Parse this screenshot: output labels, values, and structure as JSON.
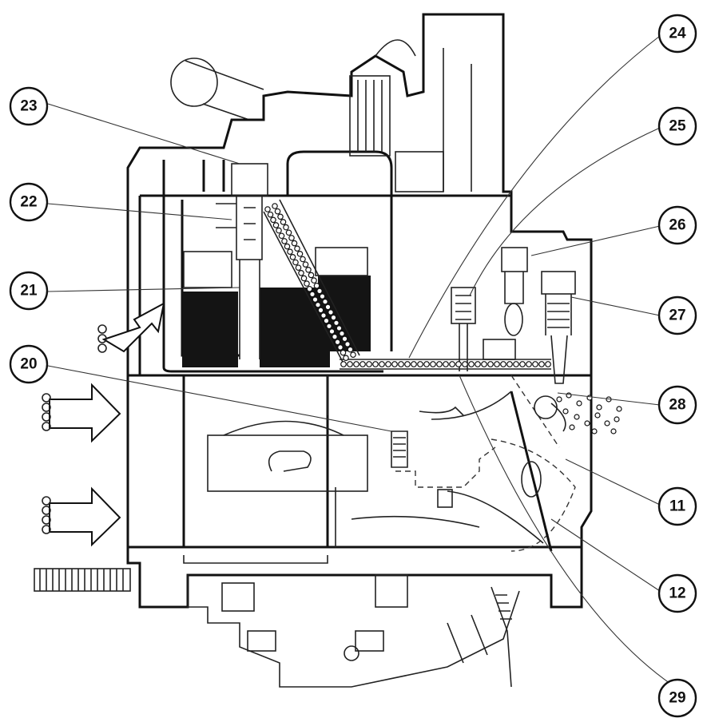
{
  "callouts": [
    {
      "id": "c20",
      "label": "20"
    },
    {
      "id": "c21",
      "label": "21"
    },
    {
      "id": "c22",
      "label": "22"
    },
    {
      "id": "c23",
      "label": "23"
    },
    {
      "id": "c24",
      "label": "24"
    },
    {
      "id": "c25",
      "label": "25"
    },
    {
      "id": "c26",
      "label": "26"
    },
    {
      "id": "c27",
      "label": "27"
    },
    {
      "id": "c28",
      "label": "28"
    },
    {
      "id": "c11",
      "label": "11"
    },
    {
      "id": "c12",
      "label": "12"
    },
    {
      "id": "c29",
      "label": "29"
    }
  ],
  "colors": {
    "ink": "#111111",
    "paper": "#ffffff",
    "fuel": "#141414"
  }
}
